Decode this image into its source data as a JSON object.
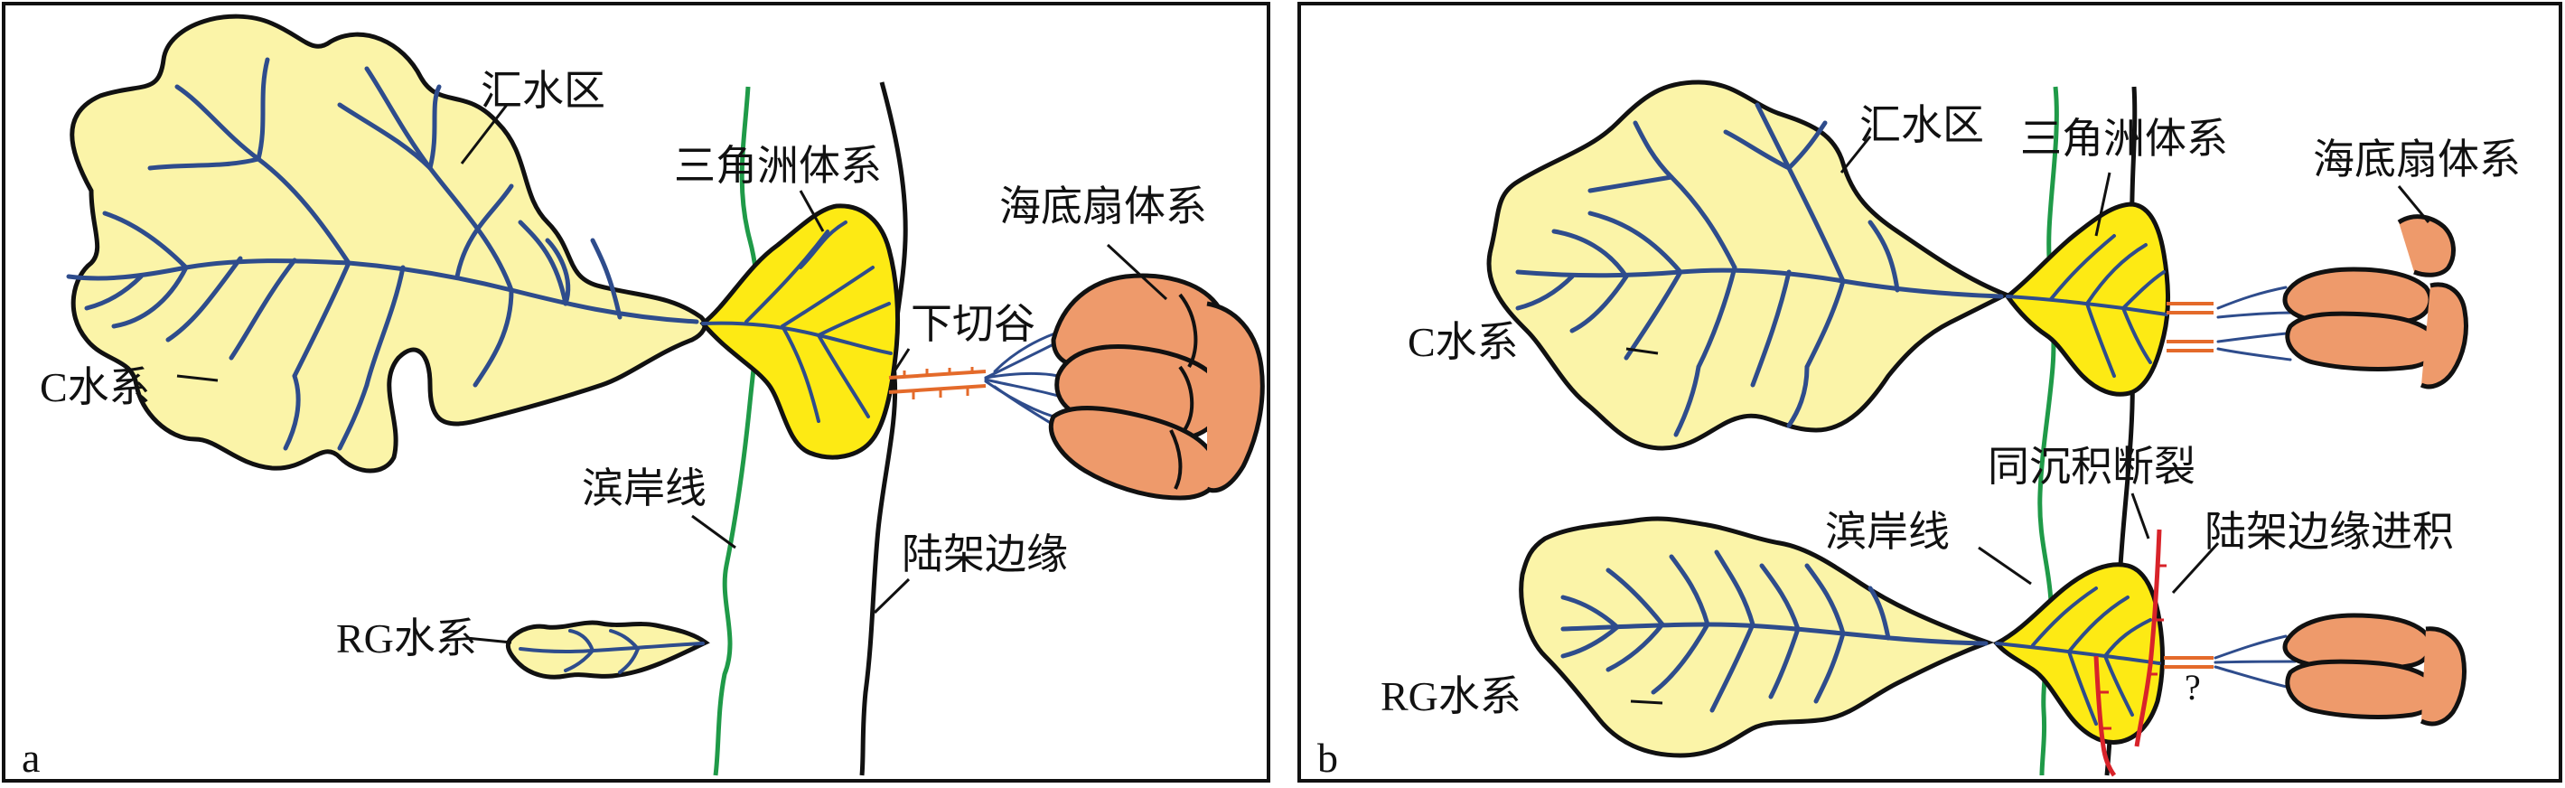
{
  "colors": {
    "catchment_fill": "#FBF4A8",
    "delta_fill": "#FDEA14",
    "fan_fill": "#EE9A6B",
    "drainage": "#2E4C8C",
    "shoreline": "#1F9A48",
    "shelf_edge": "#111111",
    "incised_valley": "#E46A2A",
    "fault": "#D8232A",
    "outline": "#111111"
  },
  "panel_a": {
    "letter": "a",
    "labels": {
      "catchment": "汇水区",
      "delta": "三角洲体系",
      "fan": "海底扇体系",
      "incised_valley": "下切谷",
      "c_system": "C水系",
      "shoreline": "滨岸线",
      "shelf_edge": "陆架边缘",
      "rg_system": "RG水系"
    }
  },
  "panel_b": {
    "letter": "b",
    "labels": {
      "catchment": "汇水区",
      "delta": "三角洲体系",
      "fan": "海底扇体系",
      "c_system": "C水系",
      "syn_fault": "同沉积断裂",
      "shoreline": "滨岸线",
      "shelf_prograde": "陆架边缘进积",
      "rg_system": "RG水系",
      "uncertain": "?"
    }
  }
}
